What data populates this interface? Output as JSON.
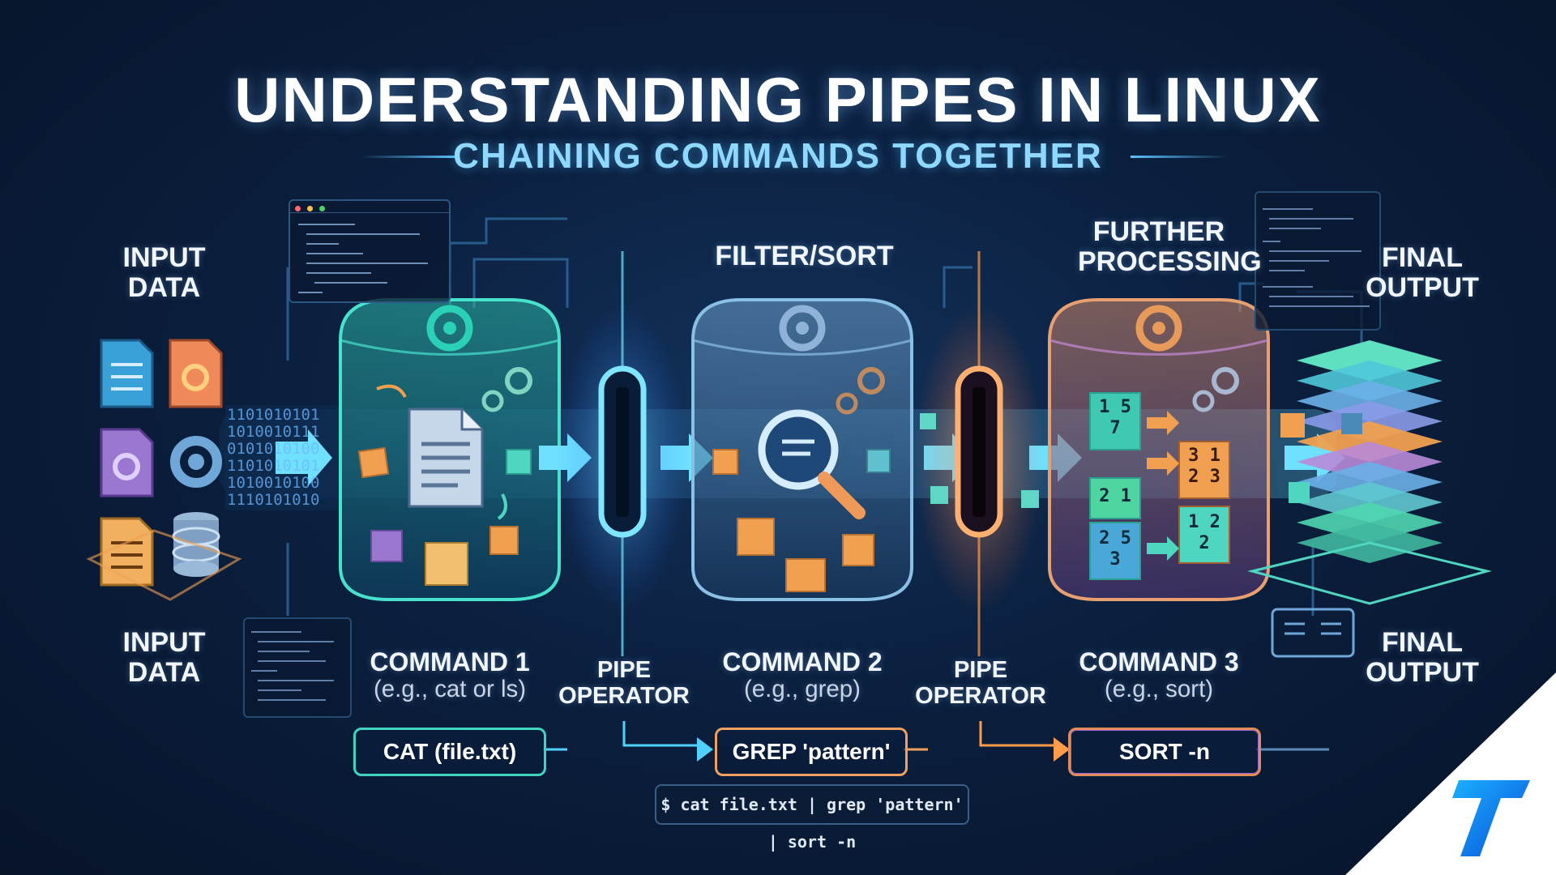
{
  "title": "UNDERSTANDING PIPES IN LINUX",
  "subtitle": "CHAINING COMMANDS TOGETHER",
  "labels": {
    "input_top": [
      "INPUT",
      "DATA"
    ],
    "input_bottom": [
      "INPUT",
      "DATA"
    ],
    "filter_sort": "FILTER/SORT",
    "further_processing": [
      "FURTHER",
      "PROCESSING"
    ],
    "final_top": [
      "FINAL",
      "OUTPUT"
    ],
    "final_bottom": [
      "FINAL",
      "OUTPUT"
    ]
  },
  "commands": [
    {
      "name": "COMMAND 1",
      "example": "(e.g., cat or ls)",
      "box": "CAT (file.txt)",
      "color": "#3fd6c0"
    },
    {
      "name": "COMMAND 2",
      "example": "(e.g., grep)",
      "box": "GREP 'pattern'",
      "color": "#f0a060"
    },
    {
      "name": "COMMAND 3",
      "example": "(e.g., sort)",
      "box": "SORT -n",
      "color": "#e38a5a"
    }
  ],
  "pipes": [
    {
      "name": [
        "PIPE",
        "OPERATOR"
      ],
      "color": "#4fd2ff"
    },
    {
      "name": [
        "PIPE",
        "OPERATOR"
      ],
      "color": "#ff9d4a"
    }
  ],
  "command_line": "$ cat file.txt | grep 'pattern' | sort -n",
  "binary_rows": [
    "1101010101",
    "1010010111",
    "0101010100",
    "1101010101",
    "1010010100",
    "1110101010"
  ],
  "block_digits": {
    "cmd3_left": [
      "1",
      "5",
      "7",
      "2",
      "1",
      "2",
      "5",
      "3"
    ],
    "cmd3_right": [
      "3",
      "1",
      "2",
      "3",
      "1",
      "2",
      "2"
    ]
  },
  "colors": {
    "cmd1": "#3fd6c0",
    "cmd2": "#8fb8d8",
    "cmd3": "#c98ad8",
    "pipe1": "#4fd2ff",
    "pipe2": "#ff9d4a",
    "accent": "#5cc3ff"
  },
  "icons": [
    "document-icon",
    "document-gear-icon",
    "gear-icon",
    "database-icon",
    "magnifier-icon",
    "cube-icon",
    "stack-icon",
    "logo-icon"
  ]
}
